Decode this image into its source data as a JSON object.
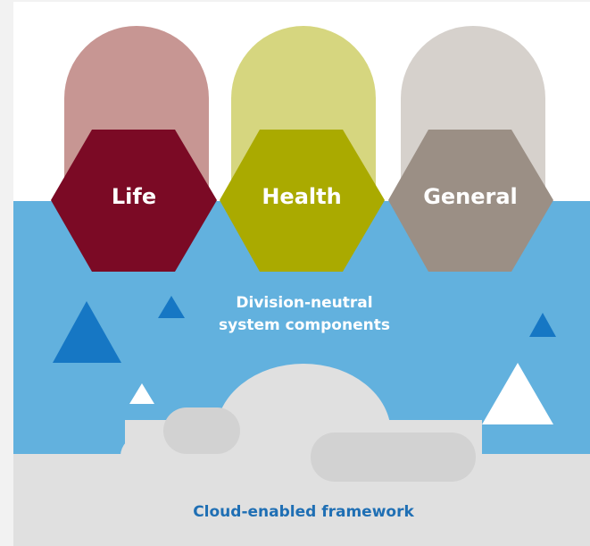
{
  "divisions": [
    {
      "label": "Life",
      "hex_color": "#7b0a25",
      "arch_color": "#c79693"
    },
    {
      "label": "Health",
      "hex_color": "#aaaa00",
      "arch_color": "#d6d67f"
    },
    {
      "label": "General",
      "hex_color": "#9b8f85",
      "arch_color": "#d6d1cc"
    }
  ],
  "middle_label": {
    "line1": "Division-neutral",
    "line2": "system components"
  },
  "bottom_label": "Cloud-enabled framework",
  "colors": {
    "sky_band": "#62b1de",
    "cloud_band": "#e0e0e0",
    "triangle_blue": "#1677c4",
    "triangle_white": "#ffffff",
    "frame_background": "#f2f2f2"
  }
}
